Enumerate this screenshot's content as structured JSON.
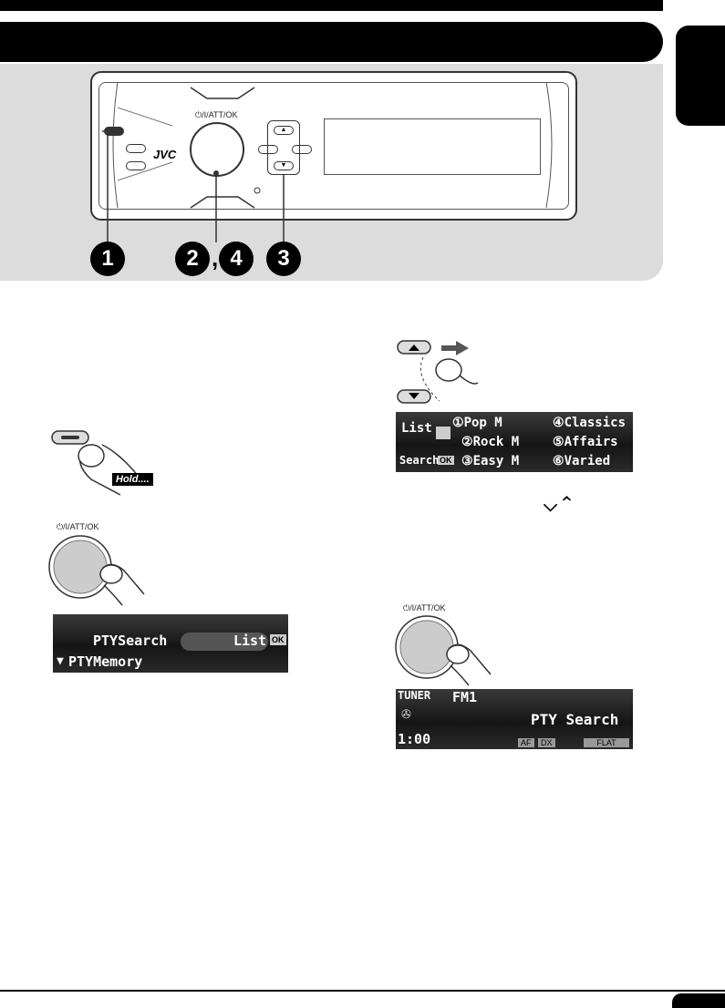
{
  "labels": {
    "power_button": "⏻/I/ATT/OK",
    "brand": "JVC",
    "hold": "Hold....",
    "check_marks": "⌵ ⌃"
  },
  "callouts": [
    "1",
    "2",
    "4",
    "3"
  ],
  "pty_menu": {
    "item1": "PTYSearch",
    "item2": "PTYMemory",
    "right_label": "List",
    "ok_badge": "OK"
  },
  "pty_list": {
    "left_top": "List",
    "left_bottom": "Search",
    "ok_badge": "OK",
    "items": [
      {
        "num": "①",
        "name": "Pop M"
      },
      {
        "num": "②",
        "name": "Rock M"
      },
      {
        "num": "③",
        "name": "Easy M"
      },
      {
        "num": "④",
        "name": "Classics"
      },
      {
        "num": "⑤",
        "name": "Affairs"
      },
      {
        "num": "⑥",
        "name": "Varied"
      }
    ]
  },
  "tuner_screen": {
    "source": "TUNER",
    "band": "FM1",
    "message": "PTY Search",
    "time": "1:00",
    "af": "AF",
    "dx": "DX",
    "eq": "FLAT"
  }
}
